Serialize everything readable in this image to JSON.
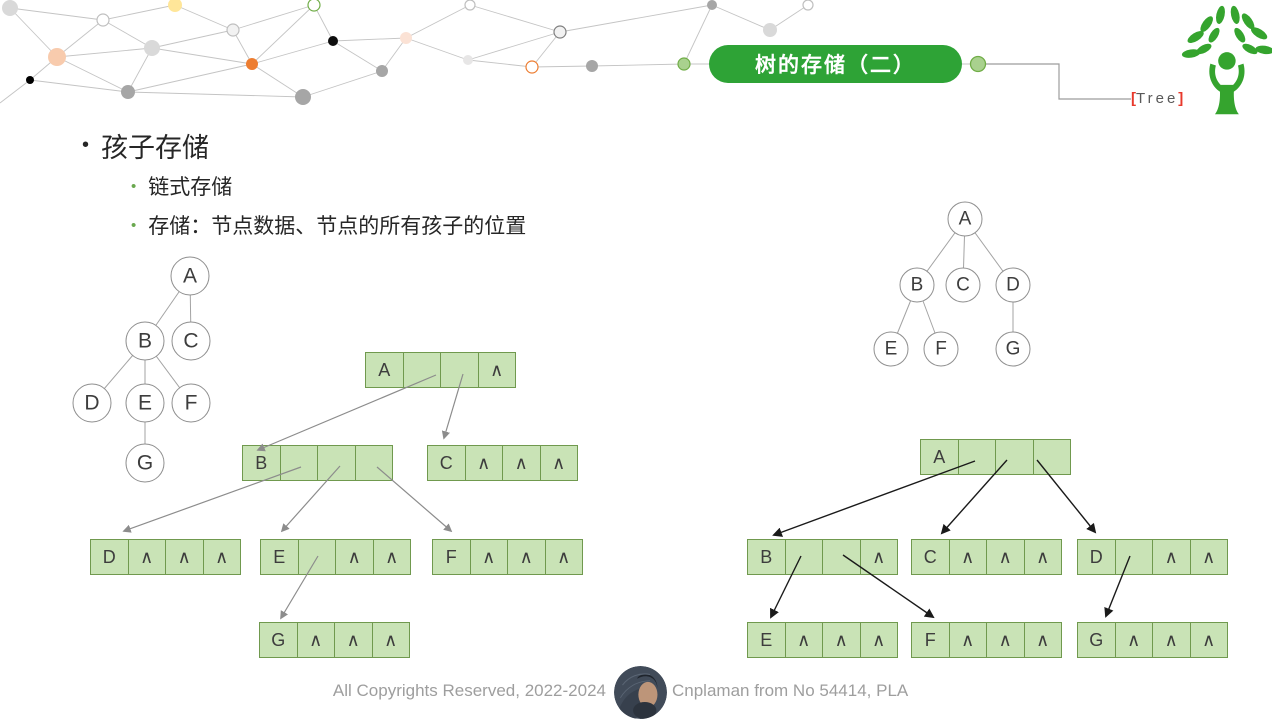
{
  "title_banner": {
    "label": "树的存储（二）"
  },
  "logo": {
    "bracket_left": "[",
    "brand": "Tree",
    "bracket_right": "]"
  },
  "bullets": {
    "marker": "•",
    "heading": "孩子存储",
    "sub": [
      "链式存储",
      "存储：节点数据、节点的所有孩子的位置"
    ]
  },
  "left_tree": {
    "labels": [
      "A",
      "B",
      "C",
      "D",
      "E",
      "F",
      "G"
    ],
    "edges": [
      [
        "A",
        "B"
      ],
      [
        "A",
        "C"
      ],
      [
        "B",
        "D"
      ],
      [
        "B",
        "E"
      ],
      [
        "B",
        "F"
      ],
      [
        "E",
        "G"
      ]
    ]
  },
  "right_tree": {
    "labels": [
      "A",
      "B",
      "C",
      "D",
      "E",
      "F",
      "G"
    ],
    "edges": [
      [
        "A",
        "B"
      ],
      [
        "A",
        "C"
      ],
      [
        "A",
        "D"
      ],
      [
        "B",
        "E"
      ],
      [
        "B",
        "F"
      ],
      [
        "D",
        "G"
      ]
    ]
  },
  "left_storage": {
    "rows": [
      {
        "cells": [
          "A",
          "",
          "",
          "∧"
        ]
      },
      {
        "cells": [
          "B",
          "",
          "",
          ""
        ]
      },
      {
        "cells": [
          "C",
          "∧",
          "∧",
          "∧"
        ]
      },
      {
        "cells": [
          "D",
          "∧",
          "∧",
          "∧"
        ]
      },
      {
        "cells": [
          "E",
          "",
          "∧",
          "∧"
        ]
      },
      {
        "cells": [
          "F",
          "∧",
          "∧",
          "∧"
        ]
      },
      {
        "cells": [
          "G",
          "∧",
          "∧",
          "∧"
        ]
      }
    ],
    "pointer_links": [
      [
        "A",
        1,
        "B"
      ],
      [
        "A",
        2,
        "C"
      ],
      [
        "B",
        1,
        "D"
      ],
      [
        "B",
        2,
        "E"
      ],
      [
        "B",
        3,
        "F"
      ],
      [
        "E",
        1,
        "G"
      ]
    ]
  },
  "right_storage": {
    "rows": [
      {
        "cells": [
          "A",
          "",
          "",
          ""
        ]
      },
      {
        "cells": [
          "B",
          "",
          "",
          "∧"
        ]
      },
      {
        "cells": [
          "C",
          "∧",
          "∧",
          "∧"
        ]
      },
      {
        "cells": [
          "D",
          "",
          "∧",
          "∧"
        ]
      },
      {
        "cells": [
          "E",
          "∧",
          "∧",
          "∧"
        ]
      },
      {
        "cells": [
          "F",
          "∧",
          "∧",
          "∧"
        ]
      },
      {
        "cells": [
          "G",
          "∧",
          "∧",
          "∧"
        ]
      }
    ],
    "pointer_links": [
      [
        "A",
        1,
        "B"
      ],
      [
        "A",
        2,
        "C"
      ],
      [
        "A",
        3,
        "D"
      ],
      [
        "B",
        1,
        "E"
      ],
      [
        "B",
        2,
        "F"
      ],
      [
        "D",
        1,
        "G"
      ]
    ]
  },
  "footer": {
    "copyright": "All Copyrights Reserved, 2022-2024",
    "author": "Cnplaman from No 54414, PLA"
  },
  "colors": {
    "banner_green": "#2EA336",
    "cell_fill": "#C9E3B6",
    "cell_border": "#70994E",
    "logo_green": "#35A42E",
    "logo_red": "#E8392C",
    "connector_dot_fill": "#A9D18E",
    "connector_dot_stroke": "#70AD47",
    "left_arrow_gray": "#8C8C8C",
    "right_arrow_black": "#1A1A1A"
  }
}
